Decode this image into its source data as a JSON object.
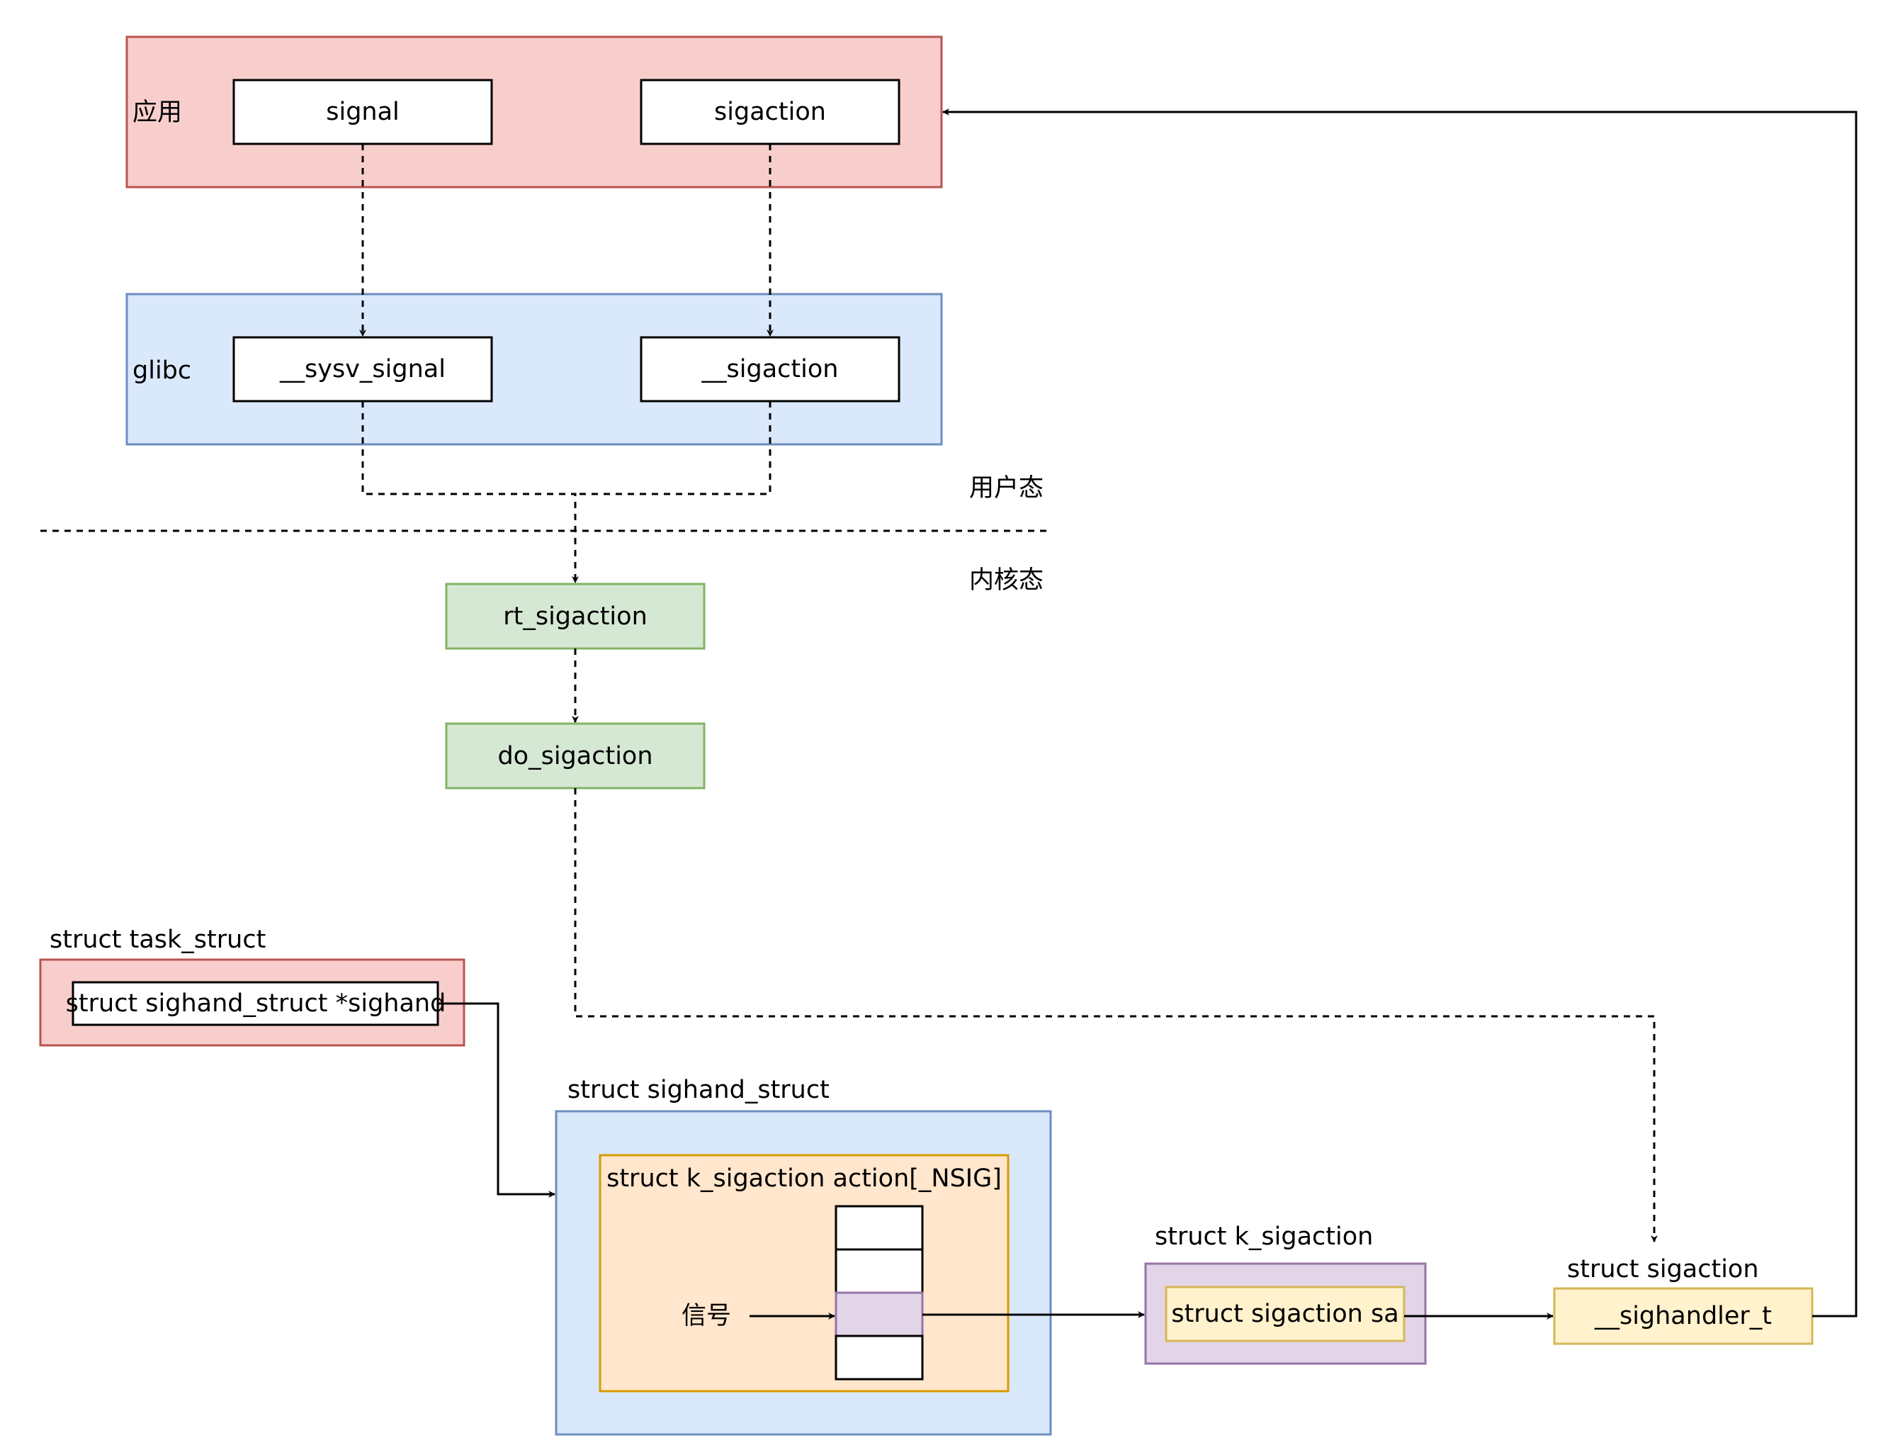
{
  "layers": {
    "app": {
      "label": "应用",
      "fill": "#f8cecc",
      "stroke": "#b85450"
    },
    "glibc": {
      "label": "glibc",
      "fill": "#dae8fc",
      "stroke": "#6c8ebf"
    },
    "user_mode": "用户态",
    "kernel_mode": "内核态"
  },
  "functions": {
    "signal": "signal",
    "sigaction": "sigaction",
    "sysv_signal": "__sysv_signal",
    "glibc_sigaction": "__sigaction",
    "rt_sigaction": "rt_sigaction",
    "do_sigaction": "do_sigaction",
    "kernel_fill": "#d5e8d4",
    "kernel_stroke": "#82b366"
  },
  "structs": {
    "task_struct": {
      "title": "struct task_struct",
      "field": "struct sighand_struct *sighand",
      "fill": "#f8cecc",
      "stroke": "#b85450"
    },
    "sighand_struct": {
      "title": "struct sighand_struct",
      "fill": "#dae8fc",
      "stroke": "#6c8ebf"
    },
    "action_array": {
      "title": "struct k_sigaction action[_NSIG]",
      "fill": "#ffe6cc",
      "stroke": "#d79b00",
      "slot_fill": "#e1d5e7"
    },
    "signal_label": "信号",
    "k_sigaction": {
      "title": "struct k_sigaction",
      "field": "struct sigaction sa",
      "fill": "#e1d5e7",
      "stroke": "#9673a6"
    },
    "sigaction": {
      "title": "struct sigaction",
      "field": "__sighandler_t",
      "fill": "#fff2cc",
      "stroke": "#d6b656"
    }
  }
}
